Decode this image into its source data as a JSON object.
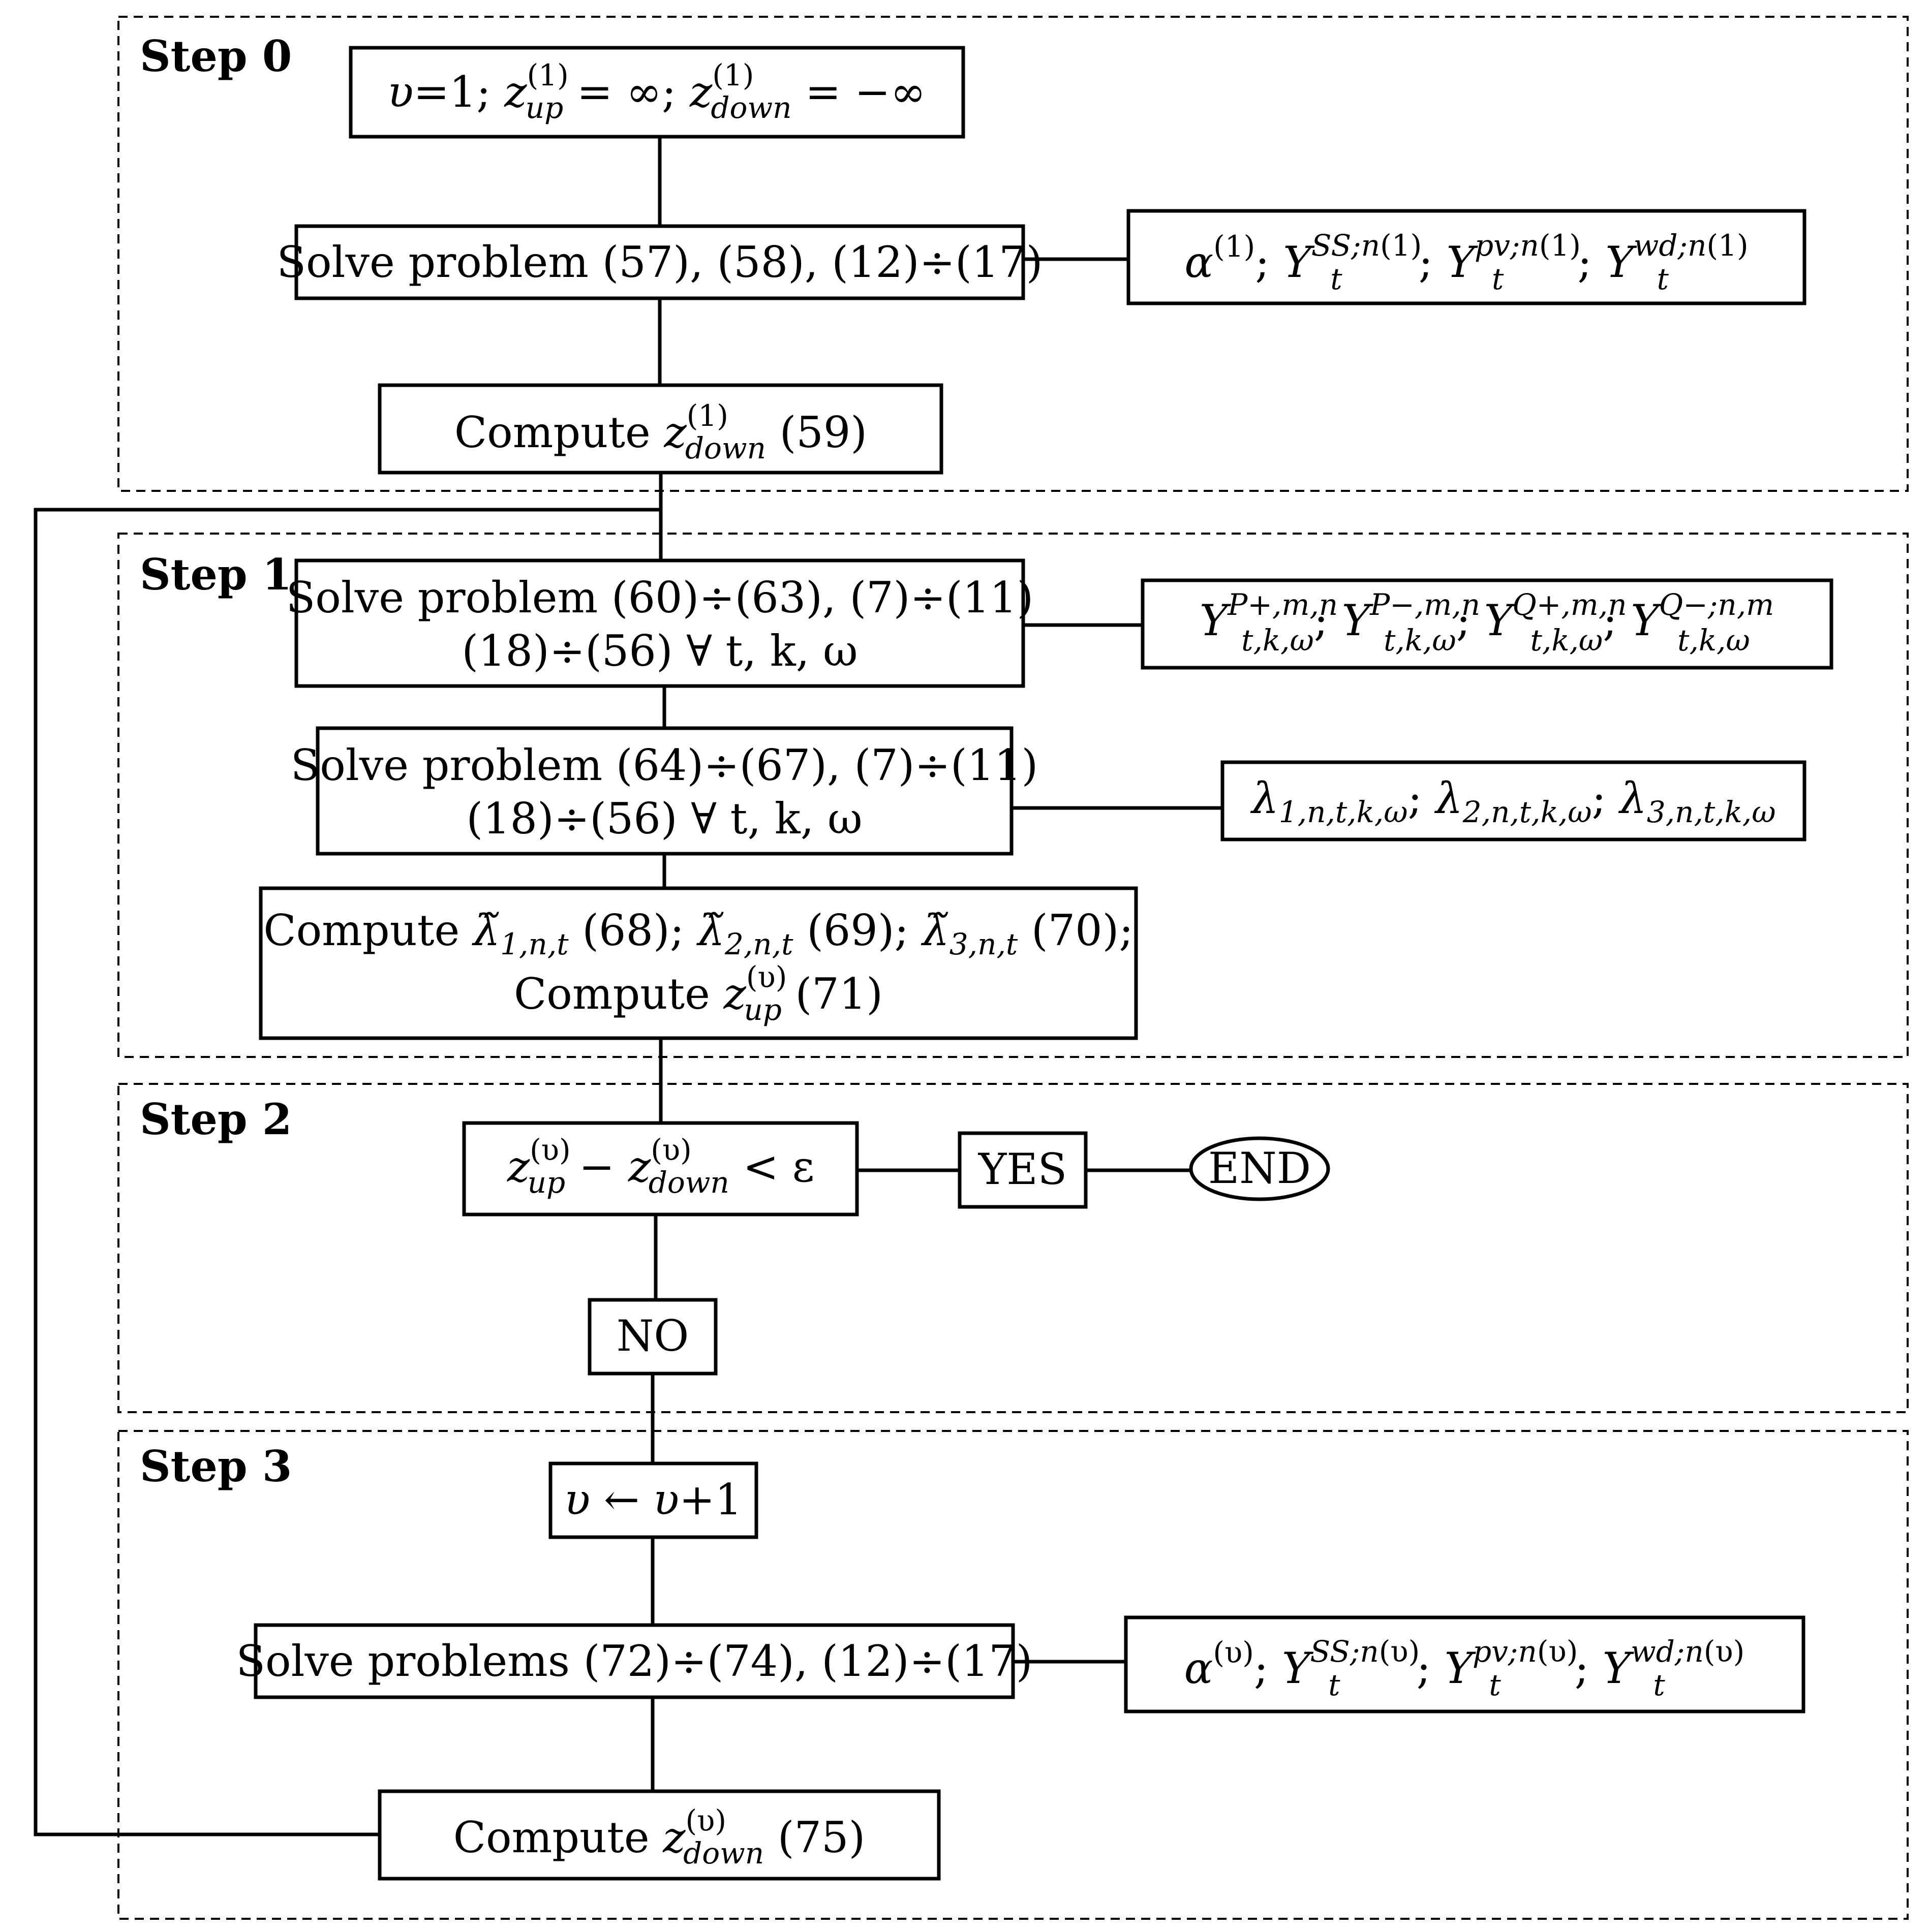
{
  "steps": {
    "step0": "Step 0",
    "step1": "Step 1",
    "step2": "Step 2",
    "step3": "Step 3"
  },
  "nodes": {
    "init": {
      "v": "υ",
      "eq1": "=1; ",
      "z": "z",
      "sup1": "(1)",
      "up": "up",
      "rest1": " = ∞; ",
      "down": "down",
      "rest2": " = −∞"
    },
    "solve0": "Solve problem (57), (58), (12)÷(17)",
    "out0": {
      "alpha": "α",
      "sup": "(1)",
      "Y": "Y",
      "t": "t",
      "ss": "SS;n",
      "pv": "pv;n",
      "wd": "wd;n",
      "sep": "; "
    },
    "compute0": {
      "pre": "Compute ",
      "z": "z",
      "sup": "(1)",
      "sub": "down",
      "post": " (59)"
    },
    "solve1": {
      "line1": "Solve problem (60)÷(63), (7)÷(11)",
      "line2": "(18)÷(56) ∀ t, k, ω"
    },
    "out1": {
      "Y": "Y",
      "sub": "t,k,ω",
      "p_plus": "P+,m,n",
      "p_minus": "P−,m,n",
      "q_plus": "Q+,m,n",
      "q_minus": "Q−;n,m",
      "sep": "; "
    },
    "solve2": {
      "line1": "Solve problem (64)÷(67), (7)÷(11)",
      "line2": "(18)÷(56) ∀ t, k, ω"
    },
    "out2": {
      "lambda": "λ",
      "sub1": "1,n,t,k,ω",
      "sub2": "2,n,t,k,ω",
      "sub3": "3,n,t,k,ω",
      "sep": "; "
    },
    "compute1": {
      "pre": "Compute ",
      "lambda": "λ̃",
      "sub1": "1,n,t",
      "ref1": " (68); ",
      "sub2": "2,n,t",
      "ref2": " (69); ",
      "sub3": "3,n,t",
      "ref3": " (70);",
      "line2_pre": "Compute ",
      "z": "z",
      "sup": "(υ)",
      "sub": "up",
      "line2_post": " (71)"
    },
    "check": {
      "z": "z",
      "sup": "(υ)",
      "up": "up",
      "down": "down",
      "minus": " − ",
      "lt": " < ε"
    },
    "yes": "YES",
    "end": "END",
    "no": "NO",
    "increment": {
      "v": "υ",
      "arrow": " ← ",
      "plus": "+1"
    },
    "solve3": "Solve problems (72)÷(74), (12)÷(17)",
    "out3": {
      "alpha": "α",
      "sup": "(υ)",
      "Y": "Y",
      "t": "t",
      "ss": "SS;n",
      "pv": "pv;n",
      "wd": "wd;n",
      "sep": "; "
    },
    "compute3": {
      "pre": "Compute ",
      "z": "z",
      "sup": "(υ)",
      "sub": "down",
      "post": " (75)"
    }
  }
}
